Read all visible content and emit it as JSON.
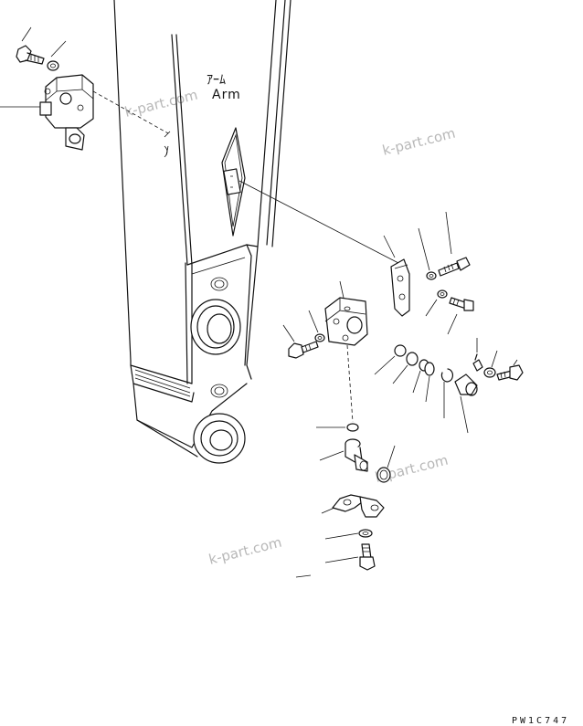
{
  "diagram": {
    "part_label_jp": "ｱｰﾑ",
    "part_label_en": "Arm",
    "figure_code": "PW1C747",
    "watermarks": [
      "k-part.com",
      "k-part.com",
      "k-part.com",
      "k-part.com"
    ]
  }
}
